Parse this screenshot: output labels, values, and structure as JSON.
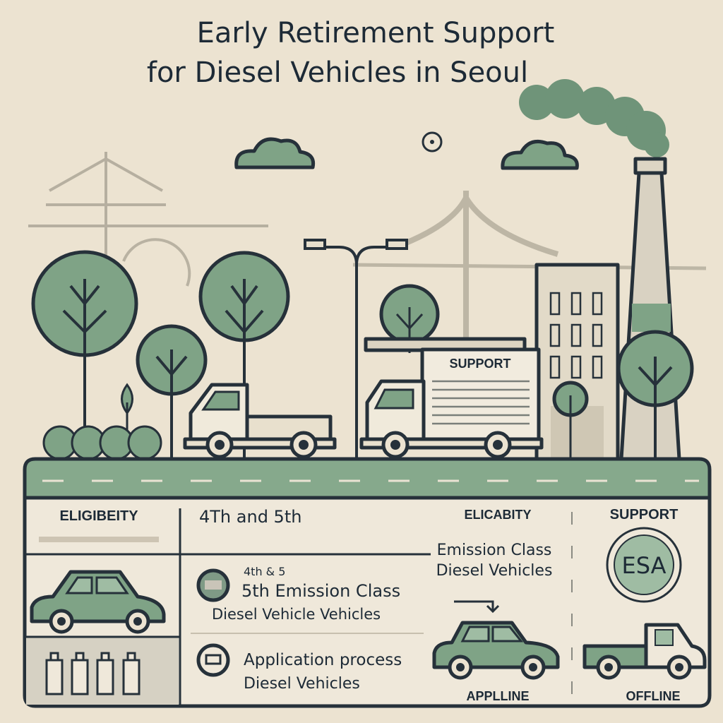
{
  "title": {
    "line1": "Early Retirement Support",
    "line2": "for Diesel Vehicles in Seoul"
  },
  "scene": {
    "truck_sign": "SUPPORT"
  },
  "panel": {
    "eligibility_heading": "ELIGIBEITY",
    "classes_heading": "4Th and 5th",
    "item1_small": "4th & 5",
    "item1_line1": "5th Emission Class",
    "item1_line2": "Diesel Vehicle Vehicles",
    "item2_line1": "Application process",
    "item2_line2": "Diesel Vehicles",
    "applicability_heading": "ELICABITY",
    "applicability_line1": "Emission Class",
    "applicability_line2": "Diesel Vehicles",
    "support_heading": "SUPPORT",
    "badge_label": "ESA",
    "online_label": "APPLLINE",
    "offline_label": "OFFLINE"
  },
  "colors": {
    "background": "#ece3d1",
    "green": "#7fa386",
    "outline": "#26313a"
  }
}
